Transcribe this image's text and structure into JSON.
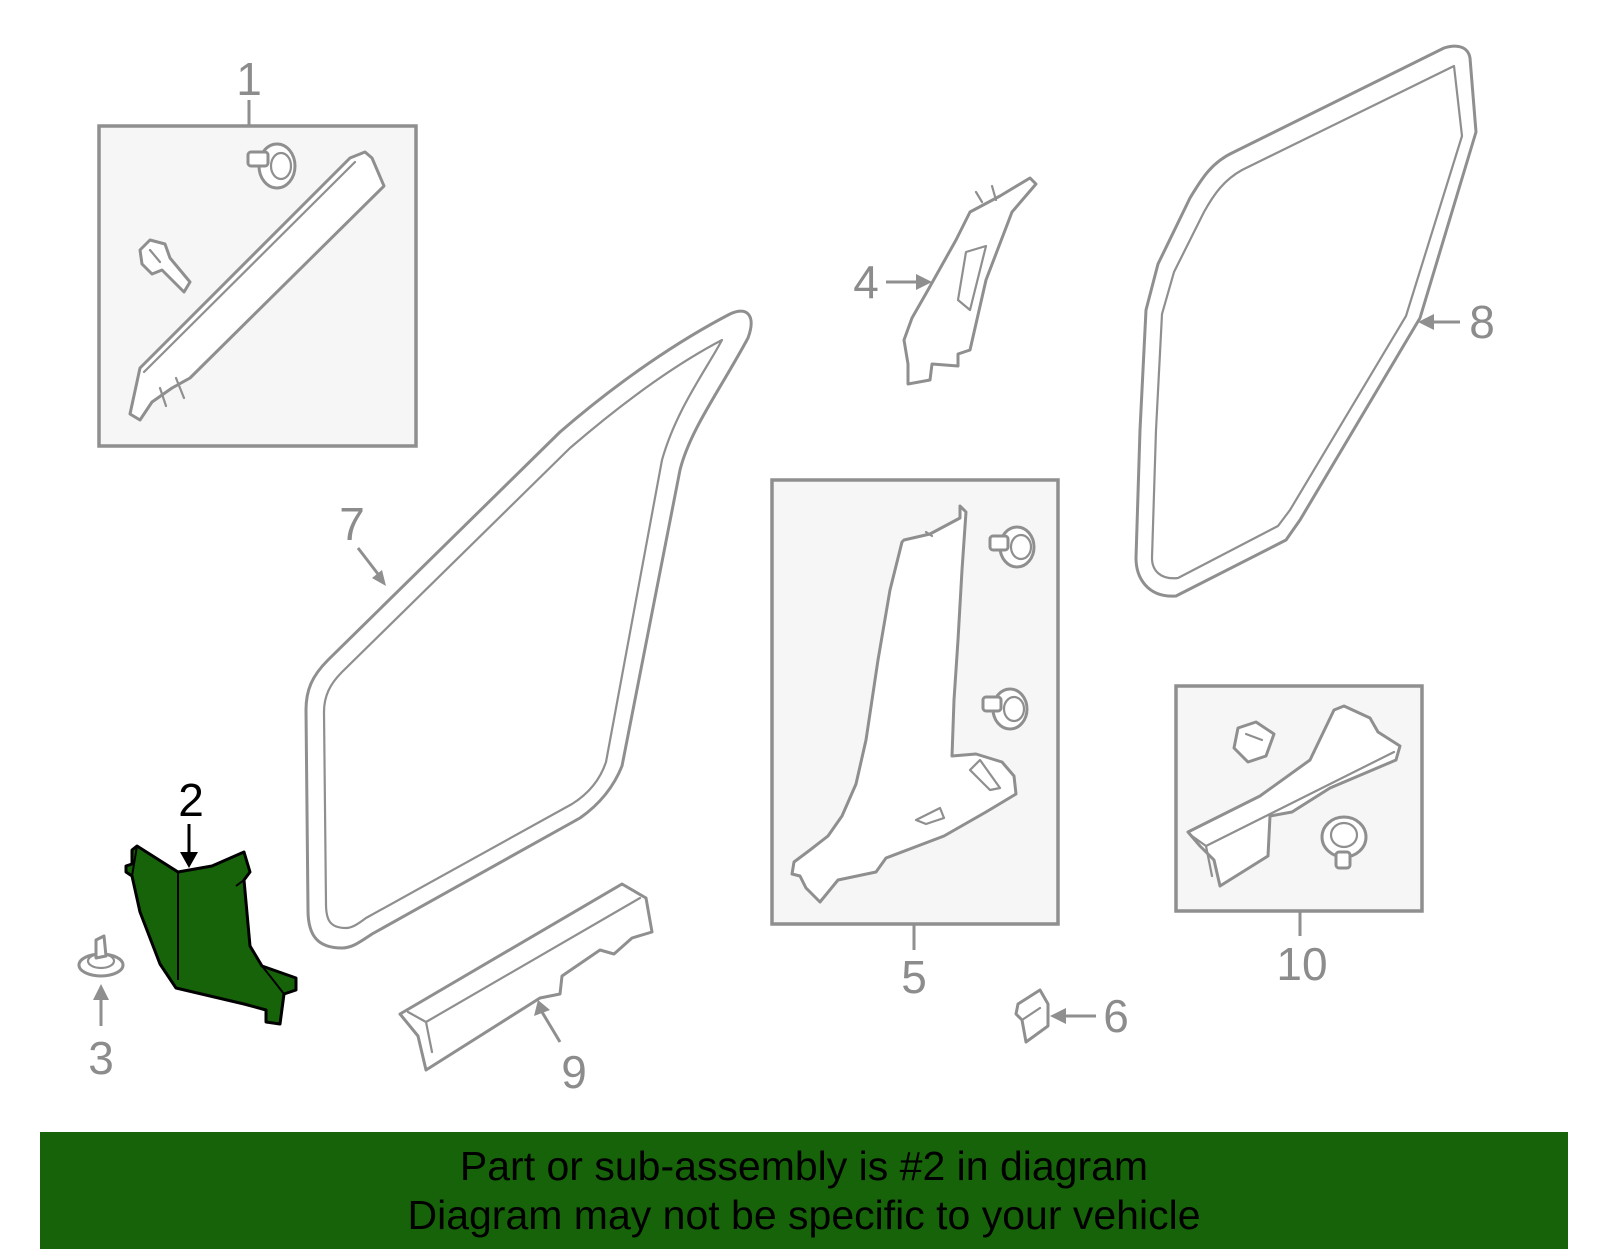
{
  "diagram": {
    "callouts": [
      {
        "id": "1",
        "text": "1",
        "highlighted": false
      },
      {
        "id": "2",
        "text": "2",
        "highlighted": true
      },
      {
        "id": "3",
        "text": "3",
        "highlighted": false
      },
      {
        "id": "4",
        "text": "4",
        "highlighted": false
      },
      {
        "id": "5",
        "text": "5",
        "highlighted": false
      },
      {
        "id": "6",
        "text": "6",
        "highlighted": false
      },
      {
        "id": "7",
        "text": "7",
        "highlighted": false
      },
      {
        "id": "8",
        "text": "8",
        "highlighted": false
      },
      {
        "id": "9",
        "text": "9",
        "highlighted": false
      },
      {
        "id": "10",
        "text": "10",
        "highlighted": false
      }
    ],
    "colors": {
      "highlight_part": "#176309",
      "line_gray": "#8f8f8f",
      "box_fill": "#f6f6f6",
      "banner": "#176309"
    }
  },
  "banner": {
    "line1": "Part or sub-assembly is #2 in diagram",
    "line2": "Diagram may not be specific to your vehicle"
  }
}
